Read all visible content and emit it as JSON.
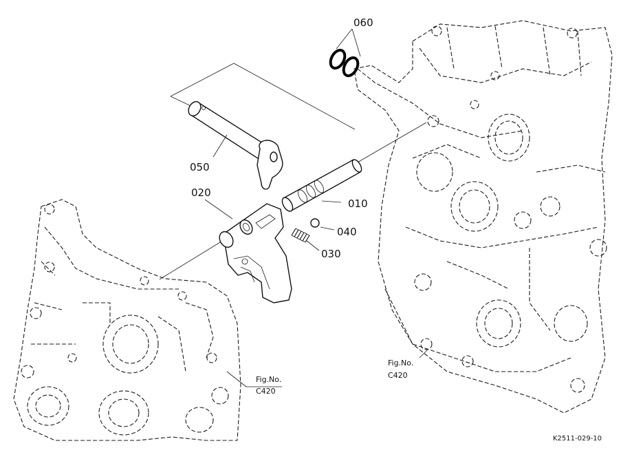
{
  "callouts": {
    "c010": "010",
    "c020": "020",
    "c030": "030",
    "c040": "040",
    "c050": "050",
    "c060": "060"
  },
  "references": {
    "left": {
      "line1": "Fig.No.",
      "line2": "C420"
    },
    "right": {
      "line1": "Fig.No.",
      "line2": "C420"
    }
  },
  "drawing_code": "K2511-029-10"
}
